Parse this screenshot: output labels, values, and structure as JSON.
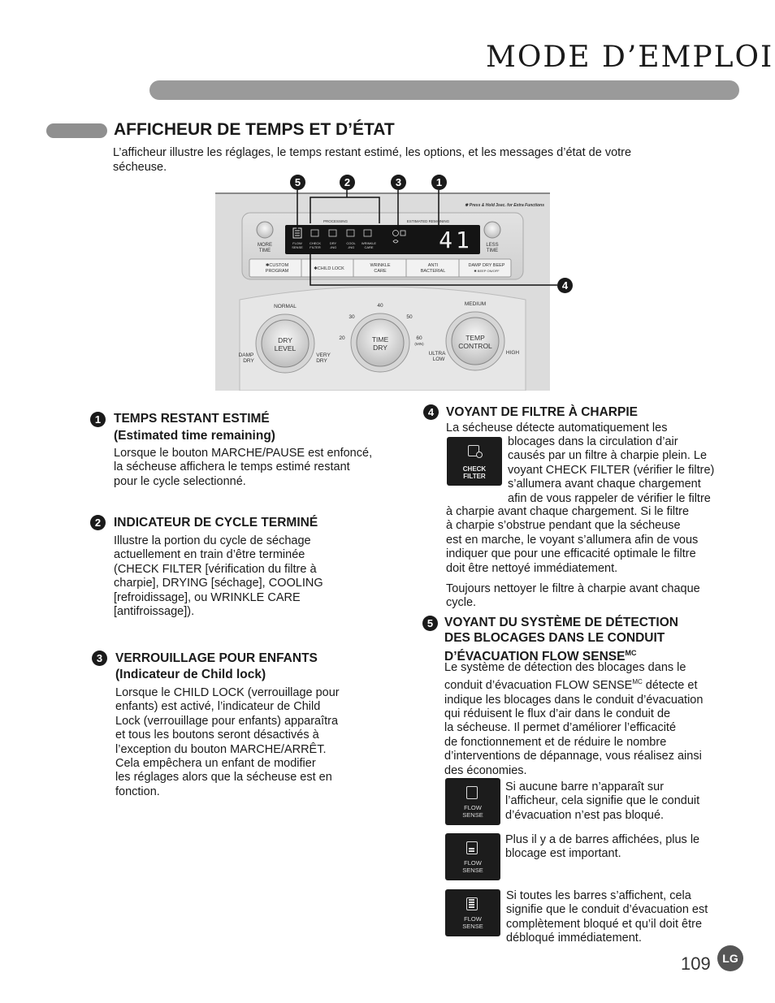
{
  "header": {
    "title": "MODE D’EMPLOI"
  },
  "section": {
    "title": "AFFICHEUR DE TEMPS ET D’ÉTAT",
    "intro": "L’afficheur illustre les réglages, le temps restant estimé, les options, et les messages d’état de votre sécheuse."
  },
  "figure": {
    "callouts": [
      "5",
      "2",
      "3",
      "1",
      "4"
    ],
    "top_note": "✱ Press & Hold 3sec. for Extra Functions",
    "display_label_left": "PROCESSING",
    "display_label_right": "ESTIMATED REMAINING",
    "display_digits": "41",
    "btn_more_time": [
      "MORE",
      "TIME"
    ],
    "btn_less_time": [
      "LESS",
      "TIME"
    ],
    "stage_labels": [
      [
        "FLOW",
        "SENSE"
      ],
      [
        "CHECK",
        "FILTER"
      ],
      [
        "DRY",
        "-ING"
      ],
      [
        "COOL",
        "-ING"
      ],
      [
        "WRINKLE",
        "CARE"
      ]
    ],
    "option_buttons": [
      [
        "✱CUSTOM",
        "PROGRAM"
      ],
      [
        "✱CHILD LOCK",
        ""
      ],
      [
        "WRINKLE",
        "CARE"
      ],
      [
        "ANTI",
        "BACTERIAL"
      ],
      [
        "DAMP DRY BEEP",
        "✱ BEEP ON/OFF"
      ]
    ],
    "knob_dry": {
      "label": [
        "DRY",
        "LEVEL"
      ],
      "top": "NORMAL",
      "left": [
        "DAMP",
        "DRY"
      ],
      "right": [
        "VERY",
        "DRY"
      ]
    },
    "knob_time": {
      "label": [
        "TIME",
        "DRY"
      ],
      "marks": [
        "40",
        "30",
        "50",
        "20",
        "60",
        "(MIN)"
      ],
      "bottom": [
        "ULTRA",
        "LOW"
      ]
    },
    "knob_temp": {
      "label": [
        "TEMP",
        "CONTROL"
      ],
      "top": "MEDIUM",
      "right": "HIGH"
    }
  },
  "items": {
    "item1": {
      "num": "1",
      "title1": "TEMPS RESTANT ESTIMÉ",
      "title2": "(Estimated time remaining)",
      "lines": [
        "Lorsque le bouton MARCHE/PAUSE est enfoncé,",
        "la sécheuse affichera le temps estimé restant",
        "pour le cycle selectionné."
      ]
    },
    "item2": {
      "num": "2",
      "title": "INDICATEUR DE CYCLE TERMINÉ",
      "lines": [
        "Illustre la portion du cycle de séchage",
        "actuellement en train d’être terminée",
        "(CHECK FILTER [vérification du filtre à",
        "charpie], DRYING [séchage], COOLING",
        "[refroidissage], ou WRINKLE CARE",
        "[antifroissage])."
      ]
    },
    "item3": {
      "num": "3",
      "title1": "VERROUILLAGE POUR ENFANTS",
      "title2": "(Indicateur de Child lock)",
      "lines": [
        "Lorsque le CHILD LOCK (verrouillage pour",
        "enfants) est activé, l’indicateur de Child",
        "Lock (verrouillage pour enfants) apparaîtra",
        "et tous les boutons seront désactivés à",
        "l’exception du bouton MARCHE/ARRÊT.",
        "Cela empêchera un enfant de modifier",
        "les réglages alors que la sécheuse est en",
        "fonction."
      ]
    },
    "item4": {
      "num": "4",
      "title": "VOYANT DE FILTRE À CHARPIE",
      "icon_label": [
        "CHECK",
        "FILTER"
      ],
      "line_top": "La sécheuse détecte automatiquement les",
      "lines_right": [
        "blocages dans la circulation d’air",
        "causés par un filtre à charpie plein. Le",
        "voyant CHECK FILTER (vérifier le filtre)",
        "s’allumera avant chaque chargement",
        "afin de vous rappeler de vérifier le filtre"
      ],
      "lines_full": [
        "à charpie avant chaque chargement. Si le filtre",
        "à charpie s’obstrue pendant que la sécheuse",
        "est en marche, le voyant s’allumera afin de vous",
        "indiquer que pour une efficacité optimale le filtre",
        "doit être nettoyé immédiatement."
      ],
      "lines_extra": [
        "Toujours nettoyer le filtre à charpie avant chaque",
        "cycle."
      ]
    },
    "item5": {
      "num": "5",
      "title_lines": [
        "VOYANT DU SYSTÈME DE DÉTECTION",
        "DES BLOCAGES DANS LE CONDUIT",
        "D’ÉVACUATION FLOW SENSE"
      ],
      "title_sup": "MC",
      "line1": "Le système de détection des blocages dans le",
      "line2a": "conduit d’évacuation FLOW SENSE",
      "line2sup": "MC",
      "line2b": " détecte et",
      "lines": [
        "indique les blocages dans le conduit d’évacuation",
        "qui réduisent le flux d’air dans le conduit de",
        "la sécheuse. Il permet d’améliorer l’efficacité",
        "de fonctionnement et de réduire le nombre",
        "d’interventions de dépannage, vous réalisez ainsi",
        "des économies."
      ],
      "icon_label": [
        "FLOW",
        "SENSE"
      ],
      "states": [
        {
          "lines": [
            "Si aucune barre n’apparaît sur",
            "l’afficheur, cela signifie que le conduit",
            "d’évacuation n’est pas bloqué."
          ]
        },
        {
          "lines": [
            "Plus il y a de barres affichées, plus le",
            "blocage est important."
          ]
        },
        {
          "lines": [
            "Si toutes les barres s’affichent, cela",
            "signifie que le conduit d’évacuation est",
            "complètement bloqué et qu’il doit être",
            "débloqué immédiatement."
          ]
        }
      ]
    }
  },
  "footer": {
    "page_number": "109",
    "logo": "LG"
  }
}
